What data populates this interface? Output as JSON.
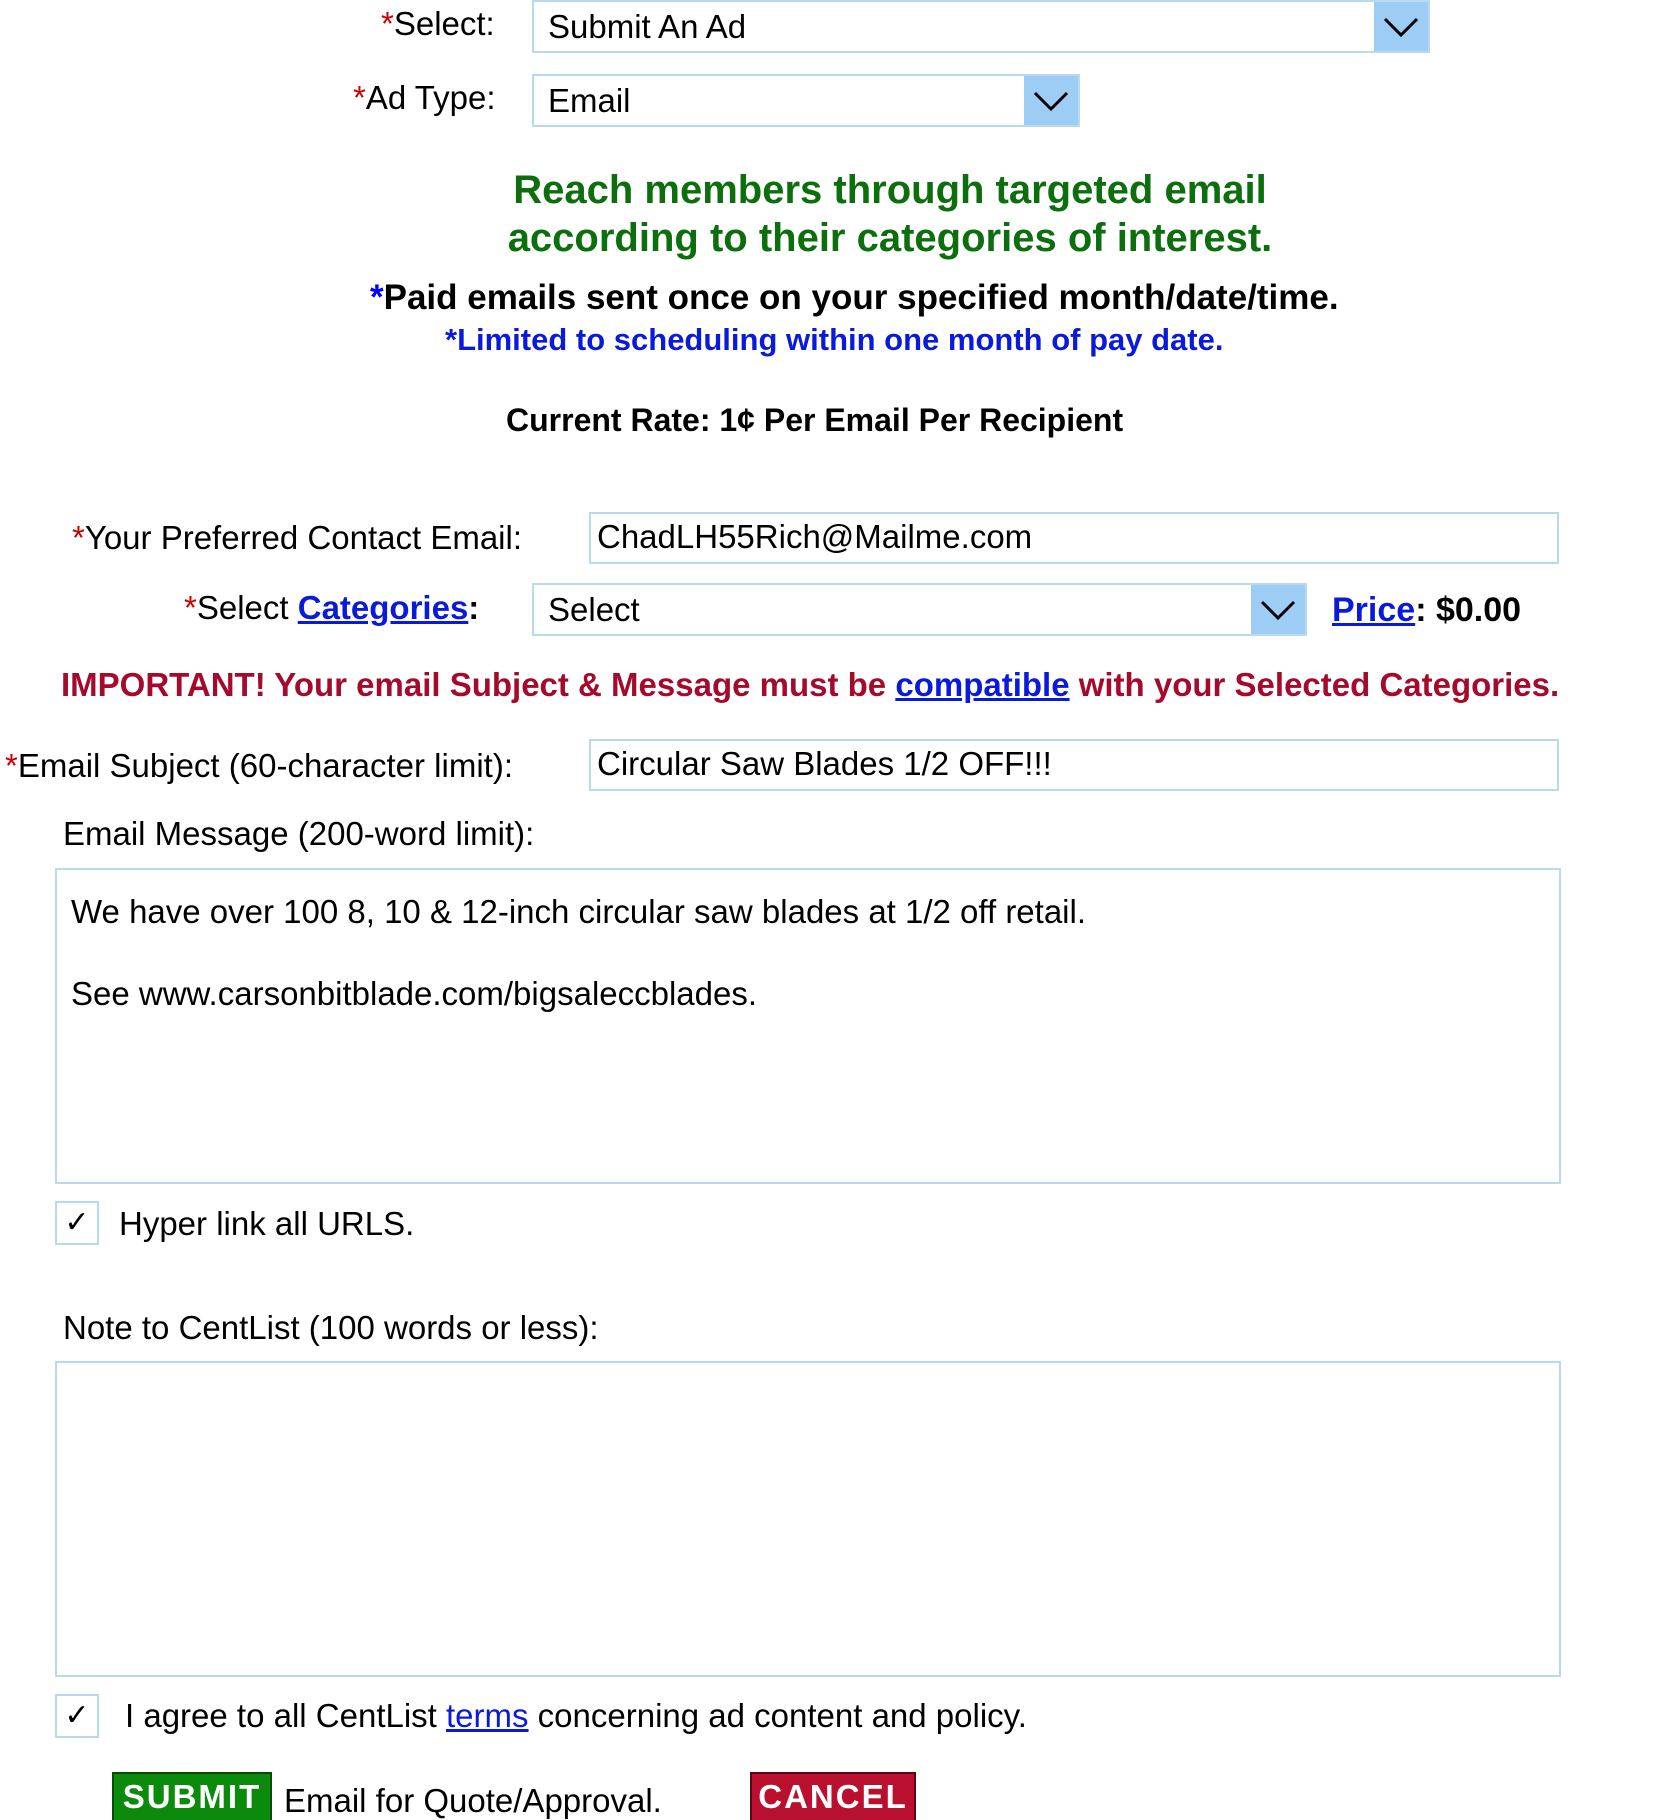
{
  "select_row": {
    "required_mark": "*",
    "label": "Select:",
    "value": "Submit An Ad"
  },
  "ad_type_row": {
    "required_mark": "*",
    "label": "Ad Type:",
    "value": "Email"
  },
  "headline": {
    "line1": "Reach members through targeted email",
    "line2": "according to their categories of interest."
  },
  "paid_note": {
    "mark": "*",
    "text": "Paid emails sent once on your specified month/date/time."
  },
  "limit_note": "*Limited to scheduling within one month of pay date.",
  "rate": "Current Rate: 1¢ Per Email Per Recipient",
  "contact_email": {
    "required_mark": "*",
    "label": "Your Preferred Contact Email:",
    "value": "ChadLH55Rich@Mailme.com"
  },
  "categories": {
    "required_mark": "*",
    "label_prefix": "Select ",
    "link": "Categories",
    "label_suffix": ":",
    "value": "Select"
  },
  "price": {
    "link": "Price",
    "suffix": ": $0.00"
  },
  "important": {
    "prefix": "IMPORTANT! Your email Subject & Message must be ",
    "link": "compatible",
    "suffix": " with your Selected Categories."
  },
  "subject": {
    "required_mark": "*",
    "label": "Email Subject (60-character limit):",
    "value": "Circular Saw Blades 1/2 OFF!!!"
  },
  "message": {
    "label": "Email Message (200-word limit):",
    "line1": "We have over 100 8, 10 & 12-inch circular saw blades at 1/2 off retail.",
    "line2": "See www.carsonbitblade.com/bigsaleccblades."
  },
  "hyperlink_checkbox": {
    "checked": true,
    "mark": "✓",
    "label": "Hyper link all URLS."
  },
  "note": {
    "label": "Note to CentList (100 words or less):",
    "value": ""
  },
  "agree_checkbox": {
    "checked": true,
    "mark": "✓",
    "prefix": "I agree to all CentList ",
    "link": "terms",
    "suffix": " concerning ad content and policy."
  },
  "actions": {
    "submit": "SUBMIT",
    "submit_note": "Email for Quote/Approval.",
    "cancel": "CANCEL"
  },
  "colors": {
    "headline_green": "#0c6e0c",
    "important_red": "#a50a2c",
    "link_blue": "#0a1adb",
    "field_border": "#b9d9ee",
    "dropdown_button": "#9dcdf4",
    "submit_bg": "#0b8a0b",
    "cancel_bg": "#b8102e"
  },
  "icons": {
    "dropdown": "chevron-down-icon",
    "checkbox": "checkmark-icon"
  }
}
